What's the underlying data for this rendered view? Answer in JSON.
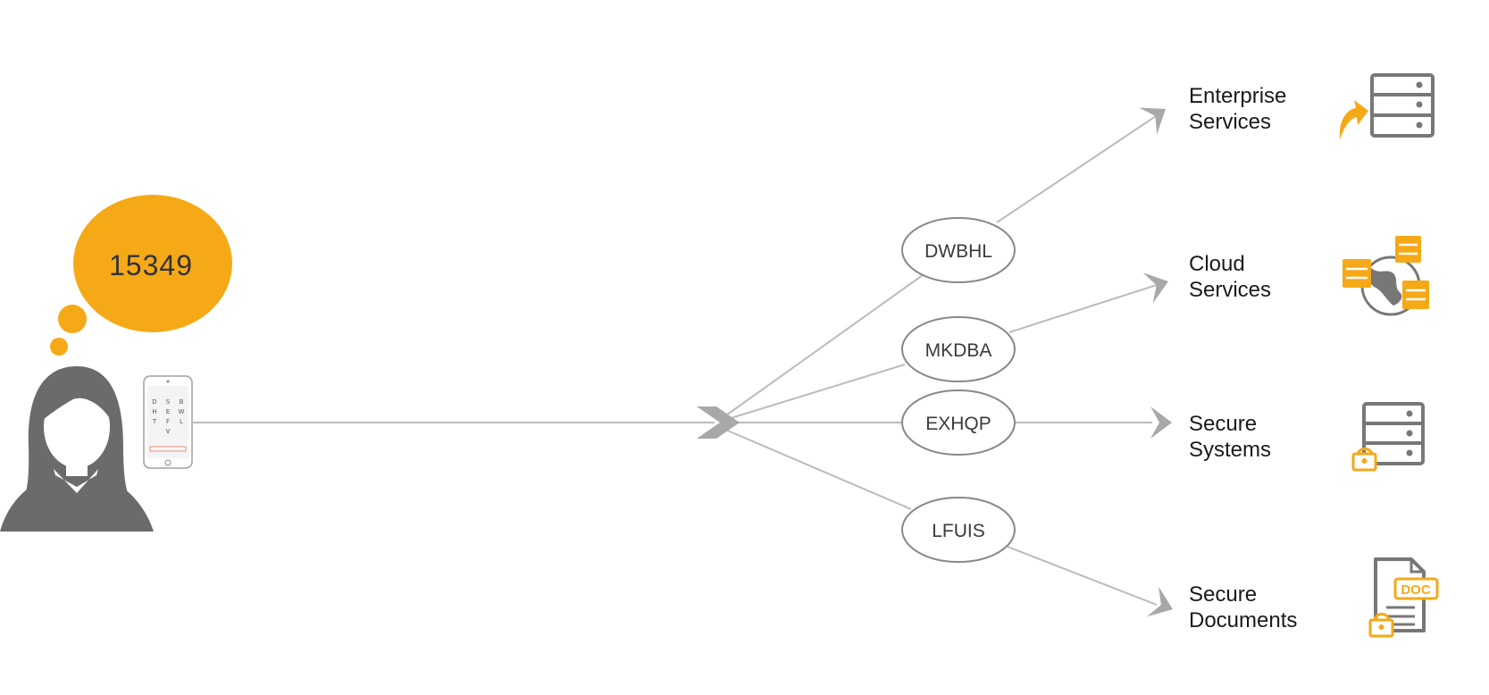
{
  "thought_bubble": {
    "text": "15349",
    "color": "#F5A917"
  },
  "phone_keypad": {
    "rows": [
      [
        "D",
        "S",
        "B"
      ],
      [
        "H",
        "E",
        "W"
      ],
      [
        "T",
        "F",
        "L"
      ],
      [
        "",
        "V",
        ""
      ]
    ]
  },
  "codes": [
    {
      "id": "dwbhl",
      "text": "DWBHL"
    },
    {
      "id": "mkdba",
      "text": "MKDBA"
    },
    {
      "id": "exhqp",
      "text": "EXHQP"
    },
    {
      "id": "lfuis",
      "text": "LFUIS"
    }
  ],
  "destinations": [
    {
      "id": "enterprise",
      "line1": "Enterprise",
      "line2": "Services",
      "icon": "server-export-icon"
    },
    {
      "id": "cloud",
      "line1": "Cloud",
      "line2": "Services",
      "icon": "cloud-servers-globe-icon"
    },
    {
      "id": "systems",
      "line1": "Secure",
      "line2": "Systems",
      "icon": "locked-server-icon"
    },
    {
      "id": "documents",
      "line1": "Secure",
      "line2": "Documents",
      "icon": "locked-document-icon"
    }
  ],
  "doc_badge": "DOC",
  "colors": {
    "accent": "#F5A917",
    "icon_gray": "#777777",
    "line_gray": "#BBBBBB",
    "arrow_gray": "#A8A8A8",
    "person_gray": "#6B6B6B"
  }
}
